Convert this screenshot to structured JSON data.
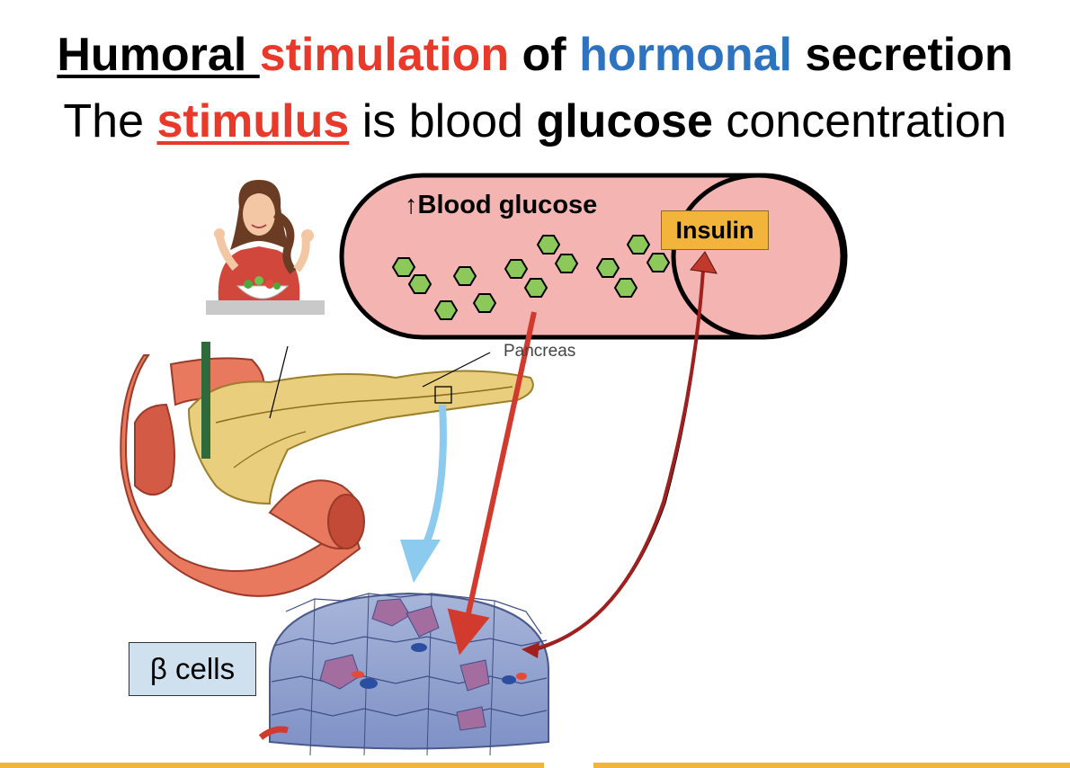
{
  "title": {
    "line1": {
      "part1": "Humoral ",
      "part2": "stimulation",
      "part3": " of ",
      "part4": "hormonal",
      "part5": " secretion"
    },
    "line2": {
      "part1": "The ",
      "part2": "stimulus",
      "part3": " is blood ",
      "part4": "glucose",
      "part5": " concentration"
    }
  },
  "labels": {
    "blood_glucose": "↑Blood glucose",
    "insulin": "Insulin",
    "pancreas": "Pancreas",
    "beta_cells": "β cells"
  },
  "colors": {
    "stimulation_red": "#e8392b",
    "hormonal_blue": "#2d73c0",
    "vessel_pink": "#f4b5b2",
    "glucose_green": "#8cc85a",
    "insulin_orange": "#f3b43b",
    "beta_label_blue": "#cfe1ef",
    "arrow_red": "#d23a2e",
    "arrow_dark_red": "#a01f1f",
    "arrow_light_blue": "#8ccbee"
  },
  "icons": [
    "woman-eating-salad-illustration",
    "pancreas-illustration",
    "islet-cells-illustration"
  ]
}
